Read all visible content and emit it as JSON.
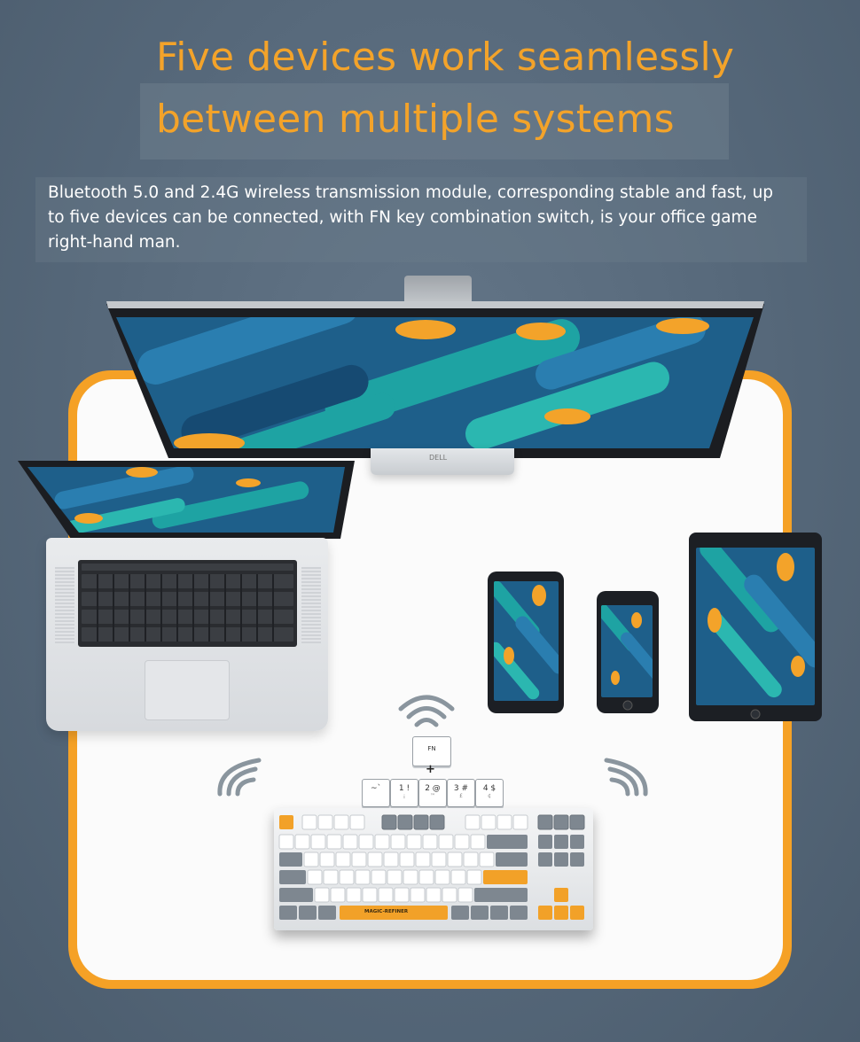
{
  "headline": {
    "line1": "Five devices work seamlessly",
    "line2": "between multiple systems"
  },
  "description": "Bluetooth 5.0 and 2.4G wireless transmission module, corresponding stable and fast, up to five devices can be connected, with FN key combination switch, is your office game right-hand man.",
  "monitor_brand": "DELL",
  "fn_key_label": "FN",
  "plus_sign": "+",
  "number_keys": [
    {
      "main": "~`",
      "sub": ""
    },
    {
      "main": "1 !",
      "sub": "¡"
    },
    {
      "main": "2 @",
      "sub": "™"
    },
    {
      "main": "3 #",
      "sub": "£"
    },
    {
      "main": "4 $",
      "sub": "¢"
    }
  ],
  "keyboard_brand": "MAGIC-REFINER",
  "colors": {
    "accent_orange": "#f5a126",
    "background": "#56687a",
    "screen_blue": "#1e5f8a",
    "screen_teal": "#1ea3a3"
  },
  "icons": [
    "wifi-icon-center",
    "wifi-icon-left",
    "wifi-icon-right"
  ]
}
